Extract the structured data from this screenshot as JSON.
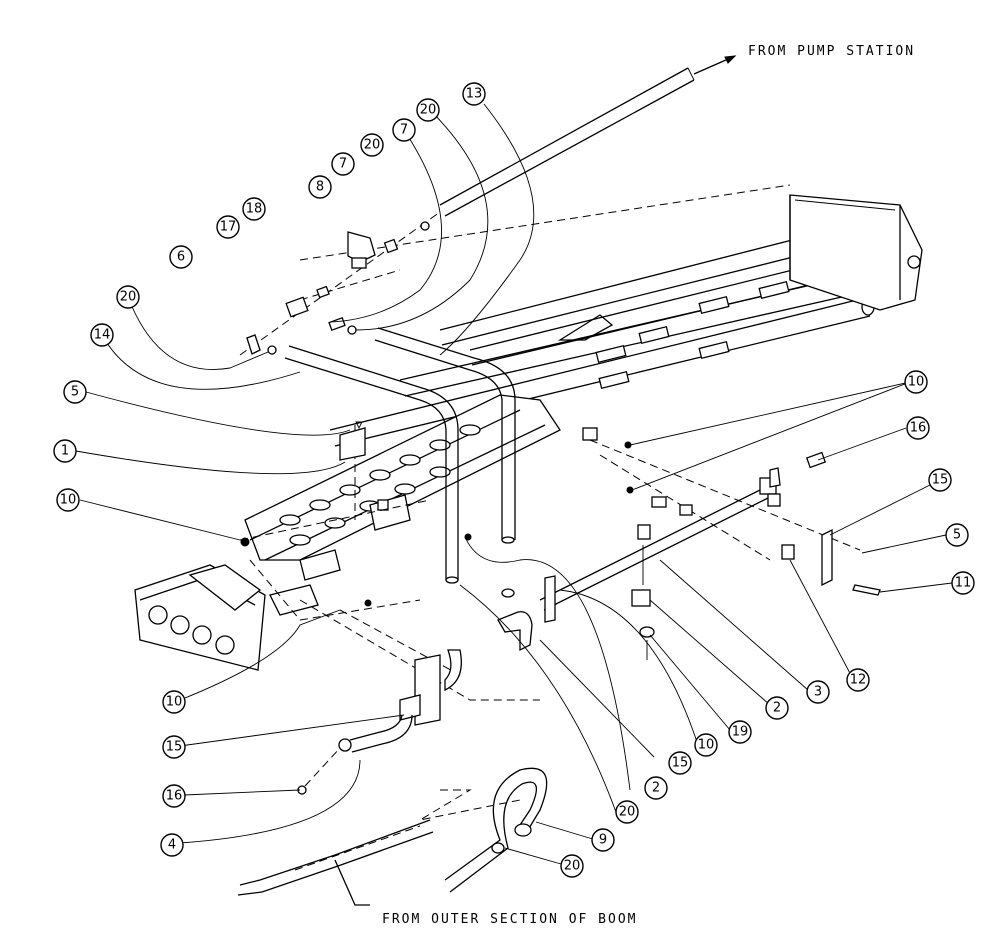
{
  "annotations": {
    "from_pump_station": "FROM PUMP STATION",
    "from_outer_section": "FROM OUTER SECTION OF BOOM"
  },
  "callouts": [
    "13",
    "20",
    "7",
    "20",
    "7",
    "8",
    "18",
    "17",
    "6",
    "20",
    "14",
    "5",
    "1",
    "10",
    "10",
    "16",
    "15",
    "5",
    "11",
    "12",
    "3",
    "2",
    "19",
    "10",
    "15",
    "2",
    "20",
    "9",
    "20",
    "4",
    "16",
    "15",
    "10"
  ]
}
